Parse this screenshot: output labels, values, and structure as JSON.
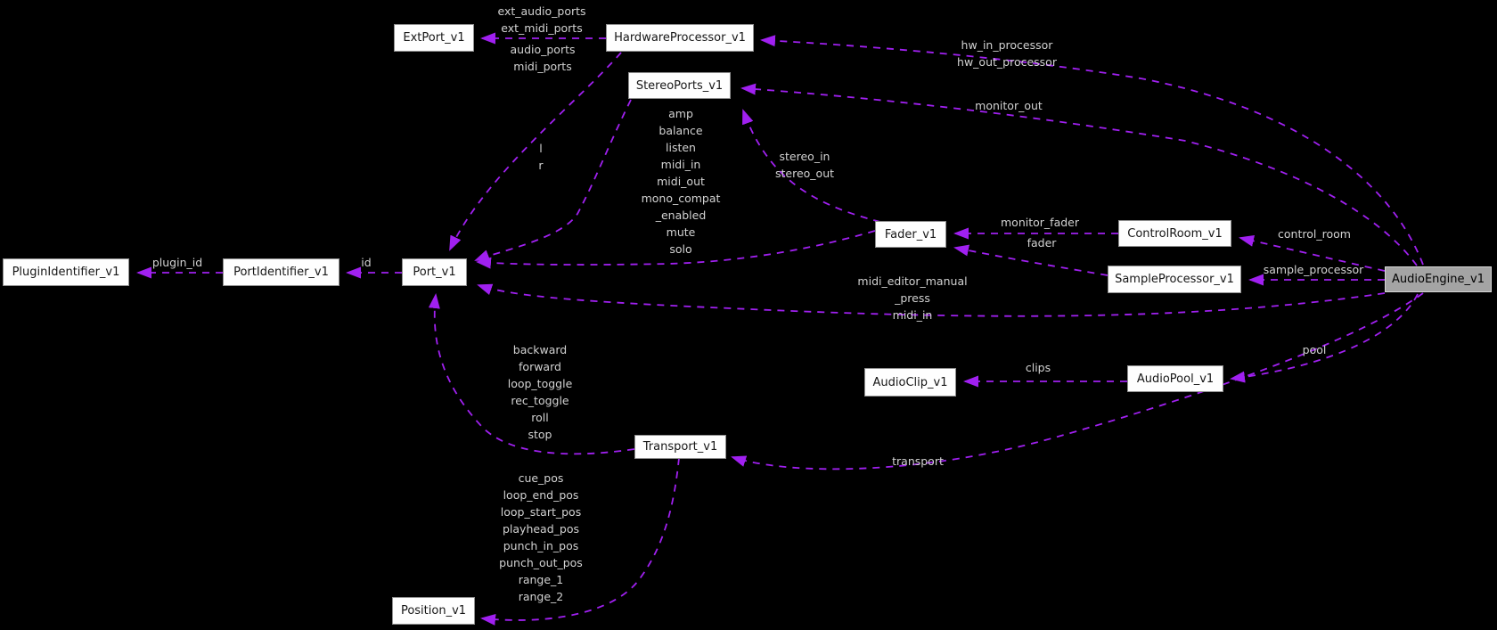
{
  "diagram": {
    "type": "collaboration-graph",
    "background": "#000000",
    "edge_color": "#a020f0",
    "node_fill": "#fefefe",
    "highlight_fill": "#a4a4a4",
    "nodes": [
      {
        "label": "ExtPort_v1"
      },
      {
        "label": "HardwareProcessor_v1"
      },
      {
        "label": "StereoPorts_v1"
      },
      {
        "label": "PluginIdentifier_v1"
      },
      {
        "label": "PortIdentifier_v1"
      },
      {
        "label": "Port_v1"
      },
      {
        "label": "Fader_v1"
      },
      {
        "label": "ControlRoom_v1"
      },
      {
        "label": "SampleProcessor_v1"
      },
      {
        "label": "AudioEngine_v1"
      },
      {
        "label": "AudioClip_v1"
      },
      {
        "label": "AudioPool_v1"
      },
      {
        "label": "Transport_v1"
      },
      {
        "label": "Position_v1"
      }
    ],
    "edges": [
      {
        "from": "HardwareProcessor_v1",
        "to": "ExtPort_v1",
        "label": "ext_audio_ports\next_midi_ports"
      },
      {
        "from": "HardwareProcessor_v1",
        "to": "Port_v1",
        "label": "audio_ports\nmidi_ports"
      },
      {
        "from": "AudioEngine_v1",
        "to": "HardwareProcessor_v1",
        "label": "hw_in_processor\nhw_out_processor"
      },
      {
        "from": "AudioEngine_v1",
        "to": "StereoPorts_v1",
        "label": "monitor_out"
      },
      {
        "from": "Fader_v1",
        "to": "StereoPorts_v1",
        "label": "stereo_in\nstereo_out"
      },
      {
        "from": "StereoPorts_v1",
        "to": "Port_v1",
        "label": "l\nr"
      },
      {
        "from": "Fader_v1",
        "to": "Port_v1",
        "label": "amp\nbalance\nlisten\nmidi_in\nmidi_out\nmono_compat\n_enabled\nmute\nsolo"
      },
      {
        "from": "ControlRoom_v1",
        "to": "Fader_v1",
        "label": "monitor_fader"
      },
      {
        "from": "SampleProcessor_v1",
        "to": "Fader_v1",
        "label": "fader"
      },
      {
        "from": "AudioEngine_v1",
        "to": "ControlRoom_v1",
        "label": "control_room"
      },
      {
        "from": "AudioEngine_v1",
        "to": "SampleProcessor_v1",
        "label": "sample_processor"
      },
      {
        "from": "AudioEngine_v1",
        "to": "Port_v1",
        "label": "midi_editor_manual\n_press\nmidi_in"
      },
      {
        "from": "AudioEngine_v1",
        "to": "AudioPool_v1",
        "label": "pool"
      },
      {
        "from": "AudioPool_v1",
        "to": "AudioClip_v1",
        "label": "clips"
      },
      {
        "from": "AudioEngine_v1",
        "to": "Transport_v1",
        "label": "transport"
      },
      {
        "from": "Transport_v1",
        "to": "Port_v1",
        "label": "backward\nforward\nloop_toggle\nrec_toggle\nroll\nstop"
      },
      {
        "from": "Transport_v1",
        "to": "Position_v1",
        "label": "cue_pos\nloop_end_pos\nloop_start_pos\nplayhead_pos\npunch_in_pos\npunch_out_pos\nrange_1\nrange_2"
      },
      {
        "from": "Port_v1",
        "to": "PortIdentifier_v1",
        "label": "id"
      },
      {
        "from": "PortIdentifier_v1",
        "to": "PluginIdentifier_v1",
        "label": "plugin_id"
      }
    ]
  }
}
